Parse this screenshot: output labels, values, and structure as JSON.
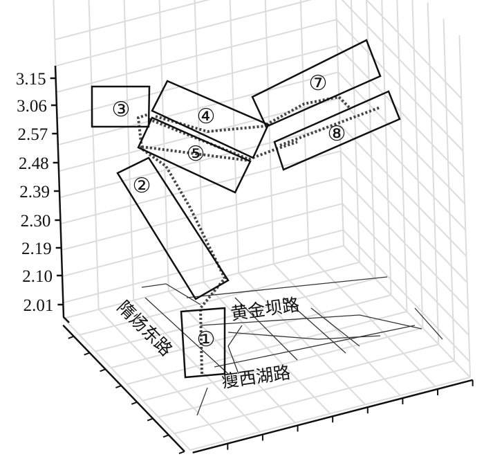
{
  "chart_data": {
    "type": "3d-line",
    "title": "",
    "z_axis": {
      "ticks": [
        "2.01",
        "2.10",
        "2.19",
        "2.30",
        "2.39",
        "2.48",
        "2.57",
        "3.06",
        "3.15"
      ]
    },
    "grid": true,
    "segments": [
      {
        "id": "1",
        "label": "①"
      },
      {
        "id": "2",
        "label": "②"
      },
      {
        "id": "3",
        "label": "③"
      },
      {
        "id": "4",
        "label": "④"
      },
      {
        "id": "5",
        "label": "⑤"
      },
      {
        "id": "7",
        "label": "⑦"
      },
      {
        "id": "8",
        "label": "⑧"
      }
    ],
    "roads": [
      {
        "name": "黄金坝路"
      },
      {
        "name": "瘦西湖路"
      },
      {
        "name": "隋炀东路"
      }
    ]
  },
  "colors": {
    "grid": "#dcdcdc",
    "axis": "#111111",
    "track": "#444444"
  }
}
